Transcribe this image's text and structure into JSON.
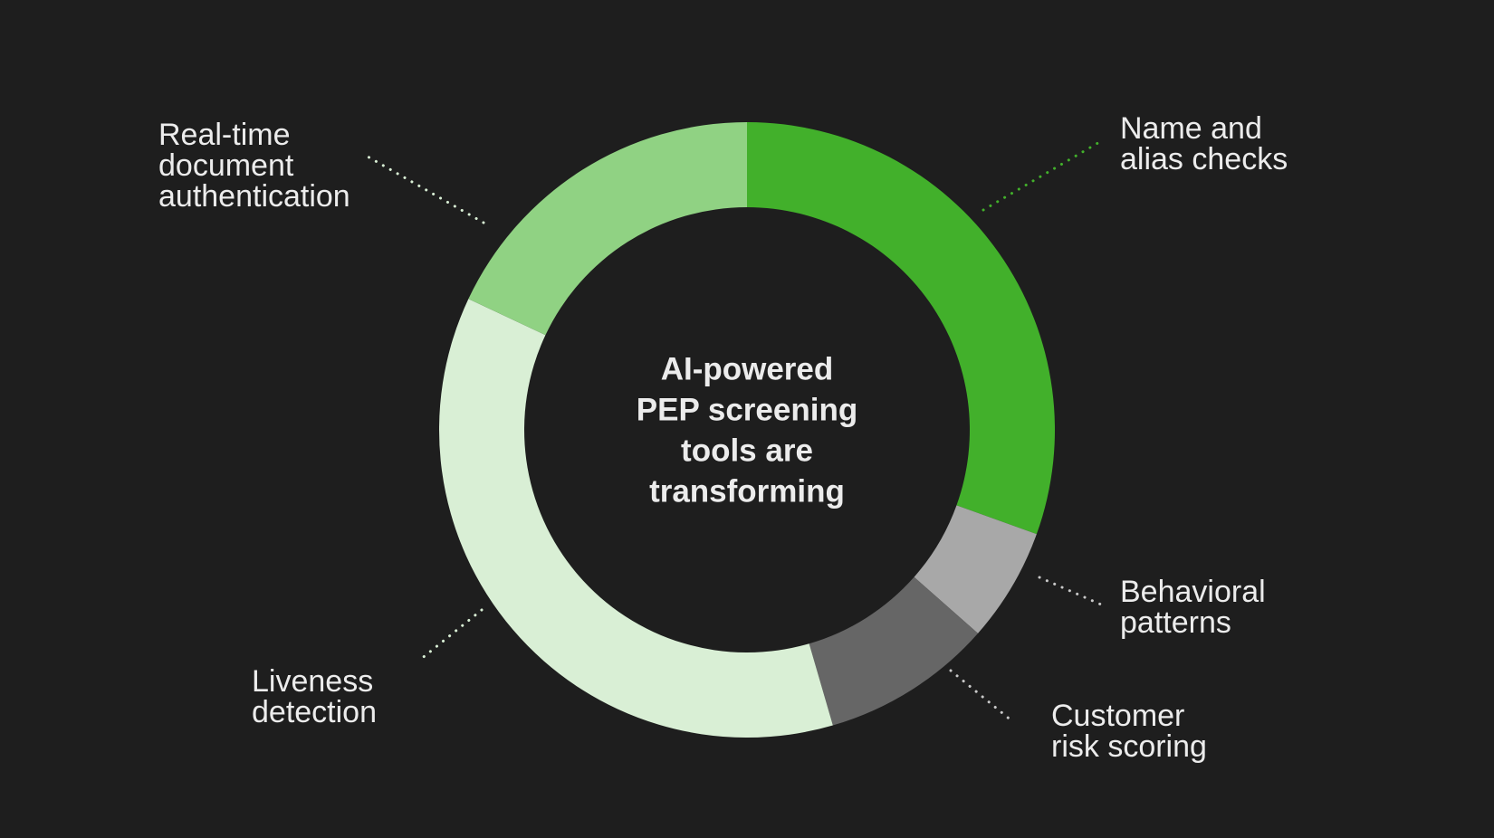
{
  "chart_data": {
    "type": "pie",
    "title": "",
    "donut": true,
    "center_text": [
      "AI-powered",
      "PEP screening",
      "tools are",
      "transforming"
    ],
    "legend": "none",
    "segments": [
      {
        "label": [
          "Name and",
          "alias checks"
        ],
        "value": 30.5,
        "color": "#42b02b"
      },
      {
        "label": [
          "Behavioral",
          "patterns"
        ],
        "value": 6.0,
        "color": "#a8a8a8"
      },
      {
        "label": [
          "Customer",
          "risk scoring"
        ],
        "value": 9.0,
        "color": "#666666"
      },
      {
        "label": [
          "Liveness",
          "detection"
        ],
        "value": 36.5,
        "color": "#d9efd5"
      },
      {
        "label": [
          "Real-time",
          "document",
          "authentication"
        ],
        "value": 18.0,
        "color": "#90d283"
      }
    ]
  }
}
